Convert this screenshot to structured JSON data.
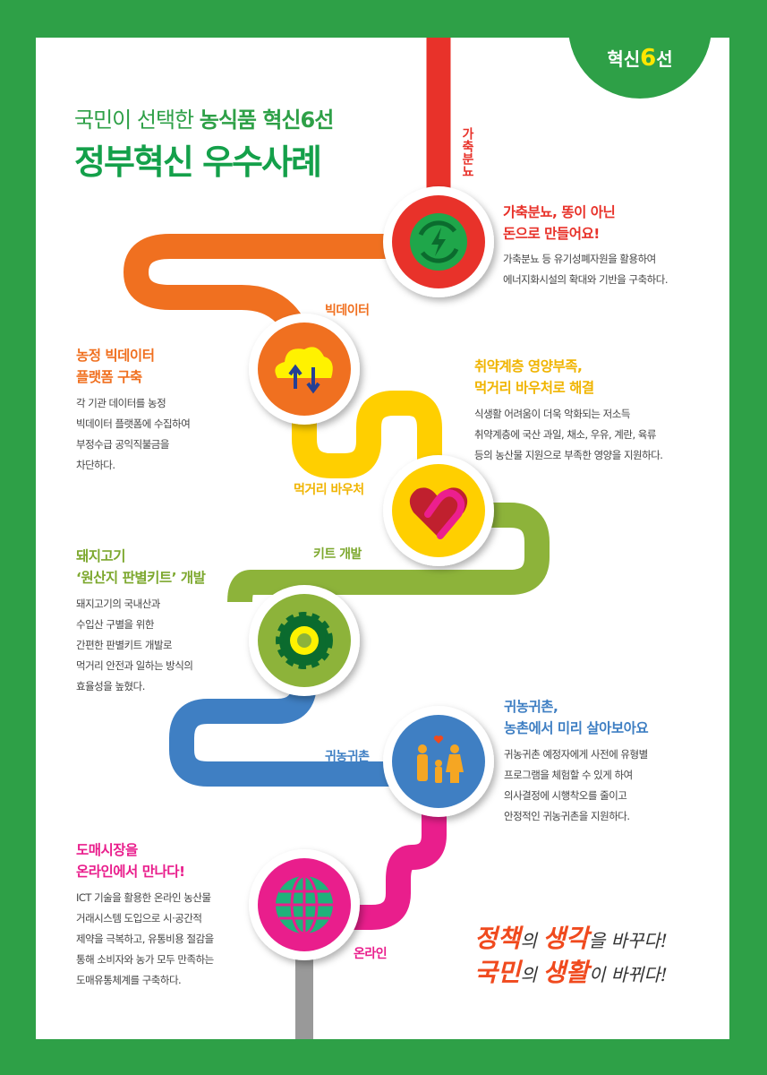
{
  "badge": {
    "prefix": "혁신",
    "number": "6",
    "suffix": "선"
  },
  "title": {
    "subtitle_plain": "국민이 선택한 ",
    "subtitle_bold": "농식품 혁신6선",
    "main": "정부혁신 우수사례"
  },
  "colors": {
    "frame": "#2ea047",
    "red": "#e8322a",
    "orange": "#f07020",
    "yellow": "#ffcf00",
    "olive": "#8db33a",
    "blue": "#3f7fc3",
    "pink": "#e91e8c",
    "gray": "#999999"
  },
  "route_labels": {
    "livestock": "가축분뇨",
    "bigdata": "빅데이터",
    "voucher": "먹거리 바우처",
    "kit": "키트 개발",
    "farm": "귀농귀촌",
    "online": "온라인"
  },
  "items": [
    {
      "icon": "recycle-energy-icon",
      "title": [
        "가축분뇨, 똥이 아닌",
        "돈으로 만들어요!"
      ],
      "desc": [
        "가축분뇨 등 유기성폐자원을 활용하여",
        "에너지화시설의 확대와 기반을 구축하다."
      ]
    },
    {
      "icon": "cloud-data-icon",
      "title": [
        "농정 빅데이터",
        "플랫폼 구축"
      ],
      "desc": [
        "각 기관 데이터를 농정",
        "빅데이터 플랫폼에 수집하여",
        "부정수급 공익직불금을",
        "차단하다."
      ]
    },
    {
      "icon": "heart-icon",
      "title": [
        "취약계층 영양부족,",
        "먹거리 바우처로 해결"
      ],
      "desc": [
        "식생활 어려움이 더욱 악화되는 저소득",
        "취약계층에 국산 과일, 채소, 우유, 계란, 육류",
        "등의 농산물 지원으로 부족한 영양을 지원하다."
      ]
    },
    {
      "icon": "gear-icon",
      "title": [
        "돼지고기",
        "‘원산지 판별키트’ 개발"
      ],
      "desc": [
        "돼지고기의 국내산과",
        "수입산 구별을 위한",
        "간편한 판별키트 개발로",
        "먹거리 안전과 일하는 방식의",
        "효율성을 높혔다."
      ]
    },
    {
      "icon": "family-icon",
      "title": [
        "귀농귀촌,",
        "농촌에서 미리 살아보아요"
      ],
      "desc": [
        "귀농귀촌 예정자에게 사전에 유형별",
        "프로그램을 체험할 수 있게 하여",
        "의사결정에 시행착오를 줄이고",
        "안정적인 귀농귀촌을 지원하다."
      ]
    },
    {
      "icon": "globe-icon",
      "title": [
        "도매시장을",
        "온라인에서 만나다!"
      ],
      "desc": [
        "ICT 기술을 활용한 온라인 농산물",
        "거래시스템 도입으로 시·공간적",
        "제약을 극복하고, 유통비용 절감을",
        "통해 소비자와 농가 모두 만족하는",
        "도매유통체계를 구축하다."
      ]
    }
  ],
  "slogan": {
    "line1": [
      {
        "t": "정책",
        "big": true
      },
      {
        "t": "의 "
      },
      {
        "t": "생각",
        "big": true
      },
      {
        "t": "을 바꾸다!"
      }
    ],
    "line2": [
      {
        "t": "국민",
        "big": true
      },
      {
        "t": "의 "
      },
      {
        "t": "생활",
        "big": true
      },
      {
        "t": "이 바뀌다!"
      }
    ]
  }
}
